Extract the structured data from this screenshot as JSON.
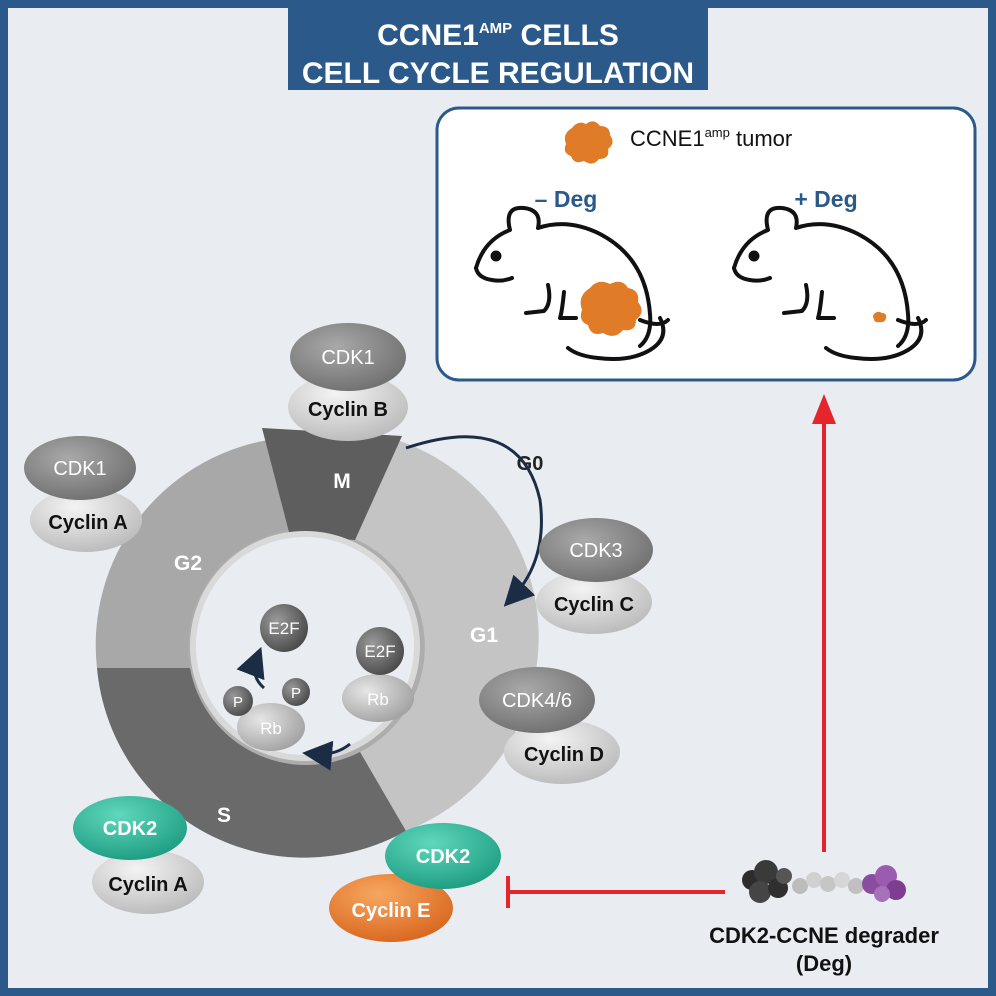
{
  "title": {
    "line1_main": "CCNE1",
    "line1_sup": "AMP",
    "line1_tail": " CELLS",
    "line2": "CELL CYCLE REGULATION"
  },
  "mouse_panel": {
    "legend_main": "CCNE1",
    "legend_sup": "amp",
    "legend_tail": " tumor",
    "minus_label": "– Deg",
    "plus_label": "+ Deg"
  },
  "cycle": {
    "phases": {
      "m": "M",
      "g0": "G0",
      "g1": "G1",
      "g2": "G2",
      "s": "S"
    },
    "complexes": {
      "m_cdk": "CDK1",
      "m_cyclin": "Cyclin B",
      "g2_cdk": "CDK1",
      "g2_cyclin": "Cyclin A",
      "g1_cdk3": "CDK3",
      "g1_cyclin_c": "Cyclin C",
      "g1_cdk46": "CDK4/6",
      "g1_cyclin_d": "Cyclin D",
      "s_cdk": "CDK2",
      "s_cyclin": "Cyclin A",
      "target_cdk": "CDK2",
      "target_cyclin": "Cyclin E"
    },
    "inner": {
      "e2f_free": "E2F",
      "e2f_bound": "E2F",
      "rb_bound": "Rb",
      "rb_phos": "Rb",
      "p1": "P",
      "p2": "P"
    }
  },
  "degrader": {
    "line1": "CDK2-CCNE degrader",
    "line2": "(Deg)"
  },
  "colors": {
    "frame": "#2b5a8a",
    "background": "#e9edf2",
    "arrow_red": "#e3262b",
    "tumor_orange": "#e07b28",
    "cdk2_teal": "#2db99a",
    "cyclin_e_orange": "#ec7f2d",
    "g0_arrow": "#1a2d45"
  }
}
